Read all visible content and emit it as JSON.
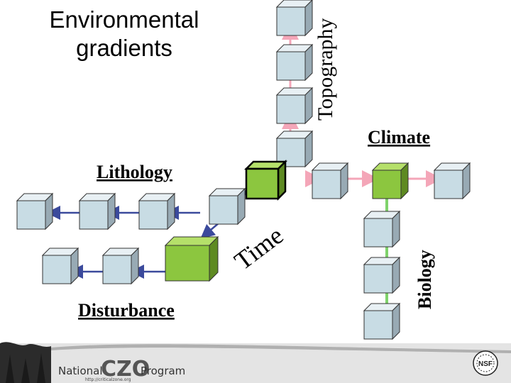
{
  "title": "Environmental gradients",
  "title_line1": "Environmental",
  "title_line2": "gradients",
  "labels": {
    "topography": "Topography",
    "climate": "Climate",
    "lithology": "Lithology",
    "time": "Time",
    "biology": "Biology",
    "disturbance": "Disturbance"
  },
  "footer": {
    "brand_prefix": "National",
    "brand_mid": "CZO",
    "brand_suffix": "Program",
    "url": "http://criticalzone.org",
    "nsf_logo_text": "NSF"
  },
  "colors": {
    "cube_face": "#c8dce4",
    "cube_top": "#e8f0f4",
    "cube_side": "#98aab4",
    "green_face": "#8cc63f",
    "green_top": "#b5e06a",
    "green_side": "#5e8a22",
    "arrow_pink": "#f4a6b8",
    "arrow_blue": "#3b4a9c",
    "arrow_green": "#7fd36b"
  }
}
